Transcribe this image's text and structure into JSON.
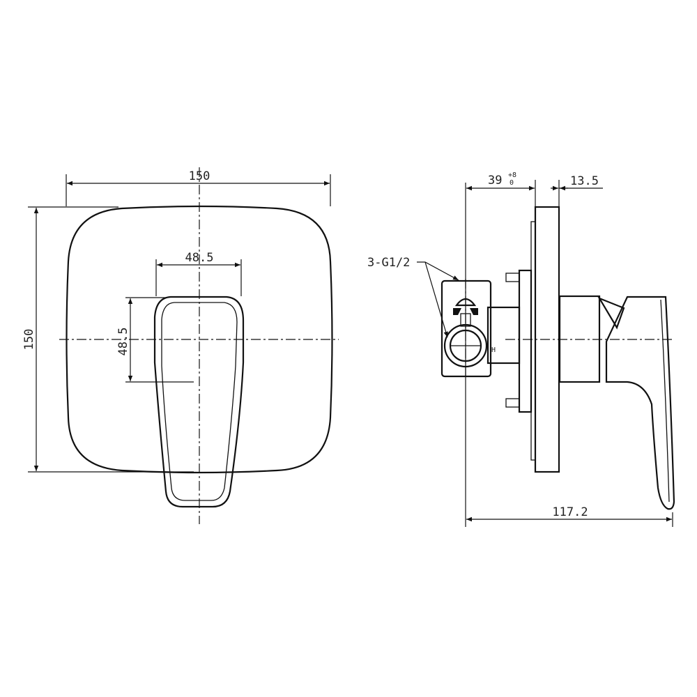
{
  "drawing": {
    "front_view": {
      "width_label": "150",
      "height_label": "150",
      "handle_width_label": "48.5",
      "handle_height_label": "48.5"
    },
    "side_view": {
      "depth_label": "39",
      "depth_tol_upper": "+8",
      "depth_tol_lower": "0",
      "plate_label": "13.5",
      "total_label": "117.2",
      "connection_label": "3-G1/2",
      "hot_mark": "H"
    },
    "line_color": "#111111",
    "background": "#ffffff"
  }
}
